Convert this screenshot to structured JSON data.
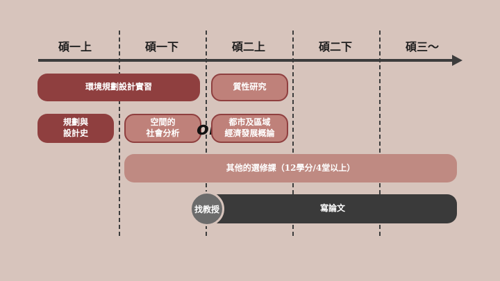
{
  "semesters": [
    "碩一上",
    "碩一下",
    "碩二上",
    "碩二下",
    "碩三～"
  ],
  "courses": {
    "env_planning": "環境規劃設計實習",
    "qualitative": "質性研究",
    "planning_history": [
      "規劃與",
      "設計史"
    ],
    "spatial_social": [
      "空間的",
      "社會分析"
    ],
    "or_text": "or",
    "urban_regional": [
      "都市及區域",
      "經濟發展概論"
    ],
    "electives": "其他的選修課（12學分/4堂以上）",
    "find_advisor": "找教授",
    "thesis": "寫論文"
  },
  "colors": {
    "background": "#d7c4bc",
    "dark_red": "#8f3f3f",
    "rose": "#bf817a",
    "light_rose": "#bf8a82",
    "charcoal": "#3a3a3a",
    "grey": "#6b6b6b"
  }
}
